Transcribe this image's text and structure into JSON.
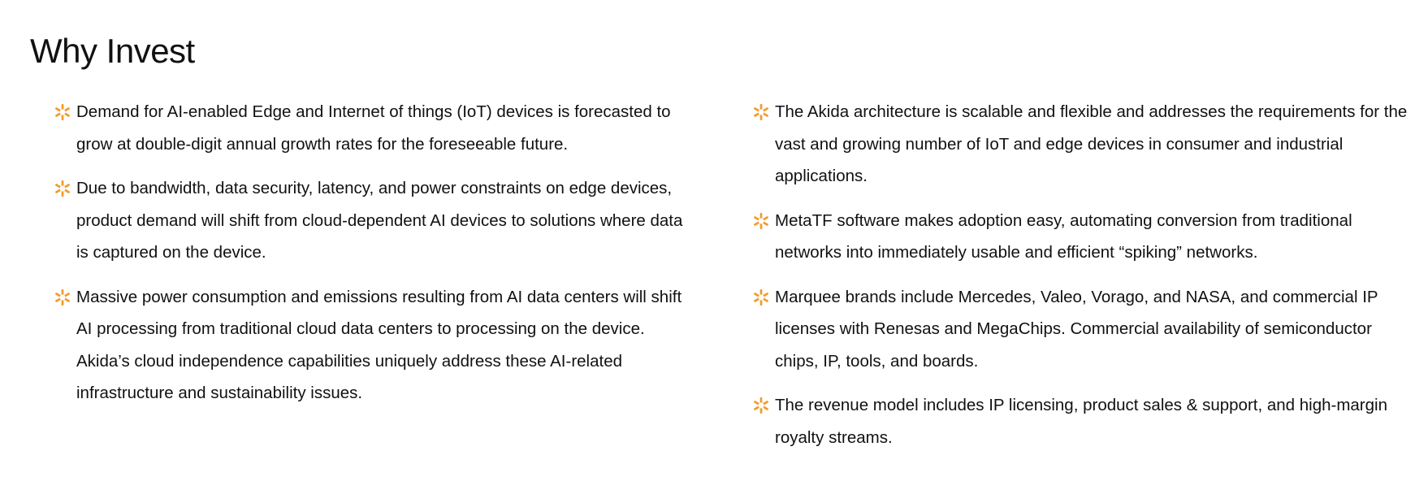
{
  "page": {
    "title": "Why Invest"
  },
  "colors": {
    "accent": "#F39A2B",
    "text": "#111111",
    "background": "#FFFFFF"
  },
  "bullet_icon": "asterisk-star-icon",
  "left_column": [
    {
      "text": "Demand for AI-enabled Edge and Internet of things (IoT) devices is forecasted to grow at double-digit annual growth rates for the foreseeable future."
    },
    {
      "text": "Due to bandwidth, data security, latency, and power constraints on edge devices, product demand will shift from cloud-dependent AI devices to solutions where data is captured on the device."
    },
    {
      "text": "Massive power consumption and emissions resulting from AI data centers will shift AI processing from traditional cloud data centers to processing on the device. Akida’s cloud independence capabilities uniquely address these AI-related infrastructure and sustainability issues."
    }
  ],
  "right_column": [
    {
      "text": "The Akida architecture is scalable and flexible and addresses the requirements for the vast and growing number of IoT and edge devices in consumer and industrial applications."
    },
    {
      "text": "MetaTF software makes adoption easy, automating conversion from traditional networks into immediately usable and efficient “spiking” networks."
    },
    {
      "text": "Marquee brands include Mercedes, Valeo, Vorago, and NASA, and commercial IP licenses with Renesas and MegaChips. Commercial availability of semiconductor chips, IP, tools, and boards."
    },
    {
      "text": "The revenue model includes IP licensing, product sales & support, and high-margin royalty streams."
    }
  ]
}
